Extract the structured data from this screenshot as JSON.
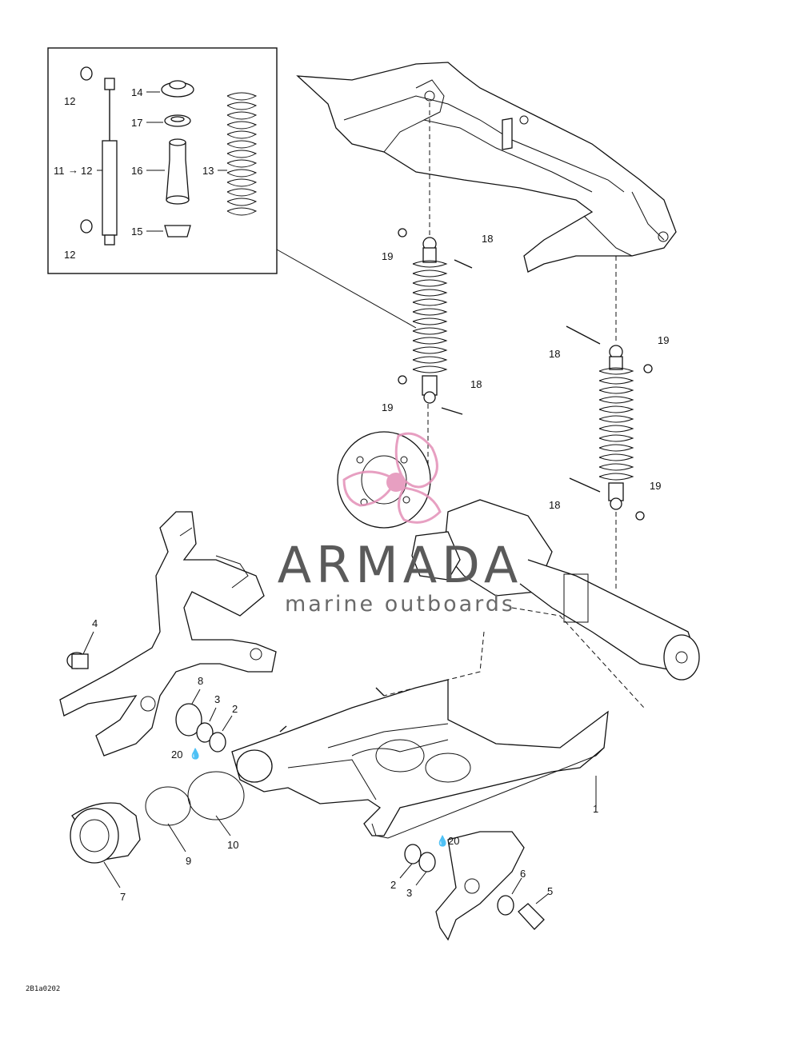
{
  "diagram": {
    "reference_code": "2B1a0202",
    "callouts": [
      {
        "id": "c12a",
        "text": "12"
      },
      {
        "id": "c14",
        "text": "14"
      },
      {
        "id": "c17",
        "text": "17"
      },
      {
        "id": "c11",
        "text": "11"
      },
      {
        "id": "c11to",
        "text": "12"
      },
      {
        "id": "c16",
        "text": "16"
      },
      {
        "id": "c13",
        "text": "13"
      },
      {
        "id": "c15",
        "text": "15"
      },
      {
        "id": "c12b",
        "text": "12"
      },
      {
        "id": "c19a",
        "text": "19"
      },
      {
        "id": "c18a",
        "text": "18"
      },
      {
        "id": "c18b",
        "text": "18"
      },
      {
        "id": "c19b",
        "text": "19"
      },
      {
        "id": "c19c",
        "text": "19"
      },
      {
        "id": "c18c",
        "text": "18"
      },
      {
        "id": "c18d",
        "text": "18"
      },
      {
        "id": "c19d",
        "text": "19"
      },
      {
        "id": "c4",
        "text": "4"
      },
      {
        "id": "c8",
        "text": "8"
      },
      {
        "id": "c3a",
        "text": "3"
      },
      {
        "id": "c2a",
        "text": "2"
      },
      {
        "id": "c20a",
        "text": "20"
      },
      {
        "id": "c1",
        "text": "1"
      },
      {
        "id": "c20b",
        "text": "20"
      },
      {
        "id": "c9",
        "text": "9"
      },
      {
        "id": "c10",
        "text": "10"
      },
      {
        "id": "c7",
        "text": "7"
      },
      {
        "id": "c2b",
        "text": "2"
      },
      {
        "id": "c3b",
        "text": "3"
      },
      {
        "id": "c6",
        "text": "6"
      },
      {
        "id": "c5",
        "text": "5"
      }
    ]
  },
  "watermark": {
    "name": "ARMADA",
    "tagline": "marine outboards",
    "accent_color": "#e38fb7"
  }
}
